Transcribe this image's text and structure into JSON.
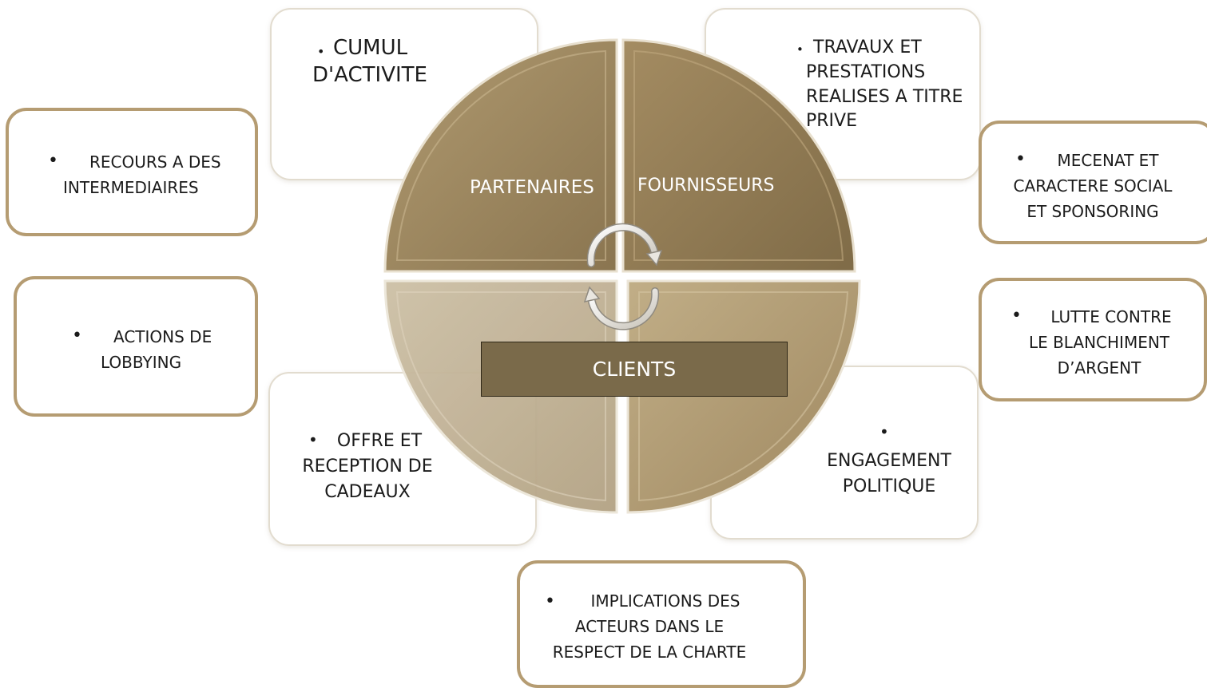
{
  "quadrants": {
    "top_left": "PARTENAIRES",
    "top_right": "FOURNISSEURS",
    "center": "CLIENTS"
  },
  "colors": {
    "frame": "#b59c72",
    "quadrant_dark": "#8f7a54",
    "quadrant_light": "#c9bb9e",
    "clients_bar": "#7a6a4a"
  },
  "boxes": {
    "cumul": {
      "bullet": "•",
      "text": "CUMUL\nD'ACTIVITE"
    },
    "travaux": {
      "bullet": "•",
      "text": "TRAVAUX ET\nPRESTATIONS\nREALISES A TITRE\nPRIVE"
    },
    "recours": {
      "bullet": "•",
      "text": "RECOURS A DES\nINTERMEDIAIRES"
    },
    "mecenat": {
      "bullet": "•",
      "text": "MECENAT ET\nCARACTERE SOCIAL\nET SPONSORING"
    },
    "lobbying": {
      "bullet": "•",
      "text": "ACTIONS DE\nLOBBYING"
    },
    "lutte": {
      "bullet": "•",
      "text": "LUTTE CONTRE\nLE BLANCHIMENT\nD’ARGENT"
    },
    "offre": {
      "bullet": "•",
      "text": "OFFRE ET\nRECEPTION DE\nCADEAUX"
    },
    "engagement": {
      "bullet": "•",
      "text": "ENGAGEMENT\nPOLITIQUE"
    },
    "implications": {
      "bullet": "•",
      "text": "IMPLICATIONS DES\nACTEURS DANS LE\nRESPECT DE LA CHARTE"
    }
  }
}
